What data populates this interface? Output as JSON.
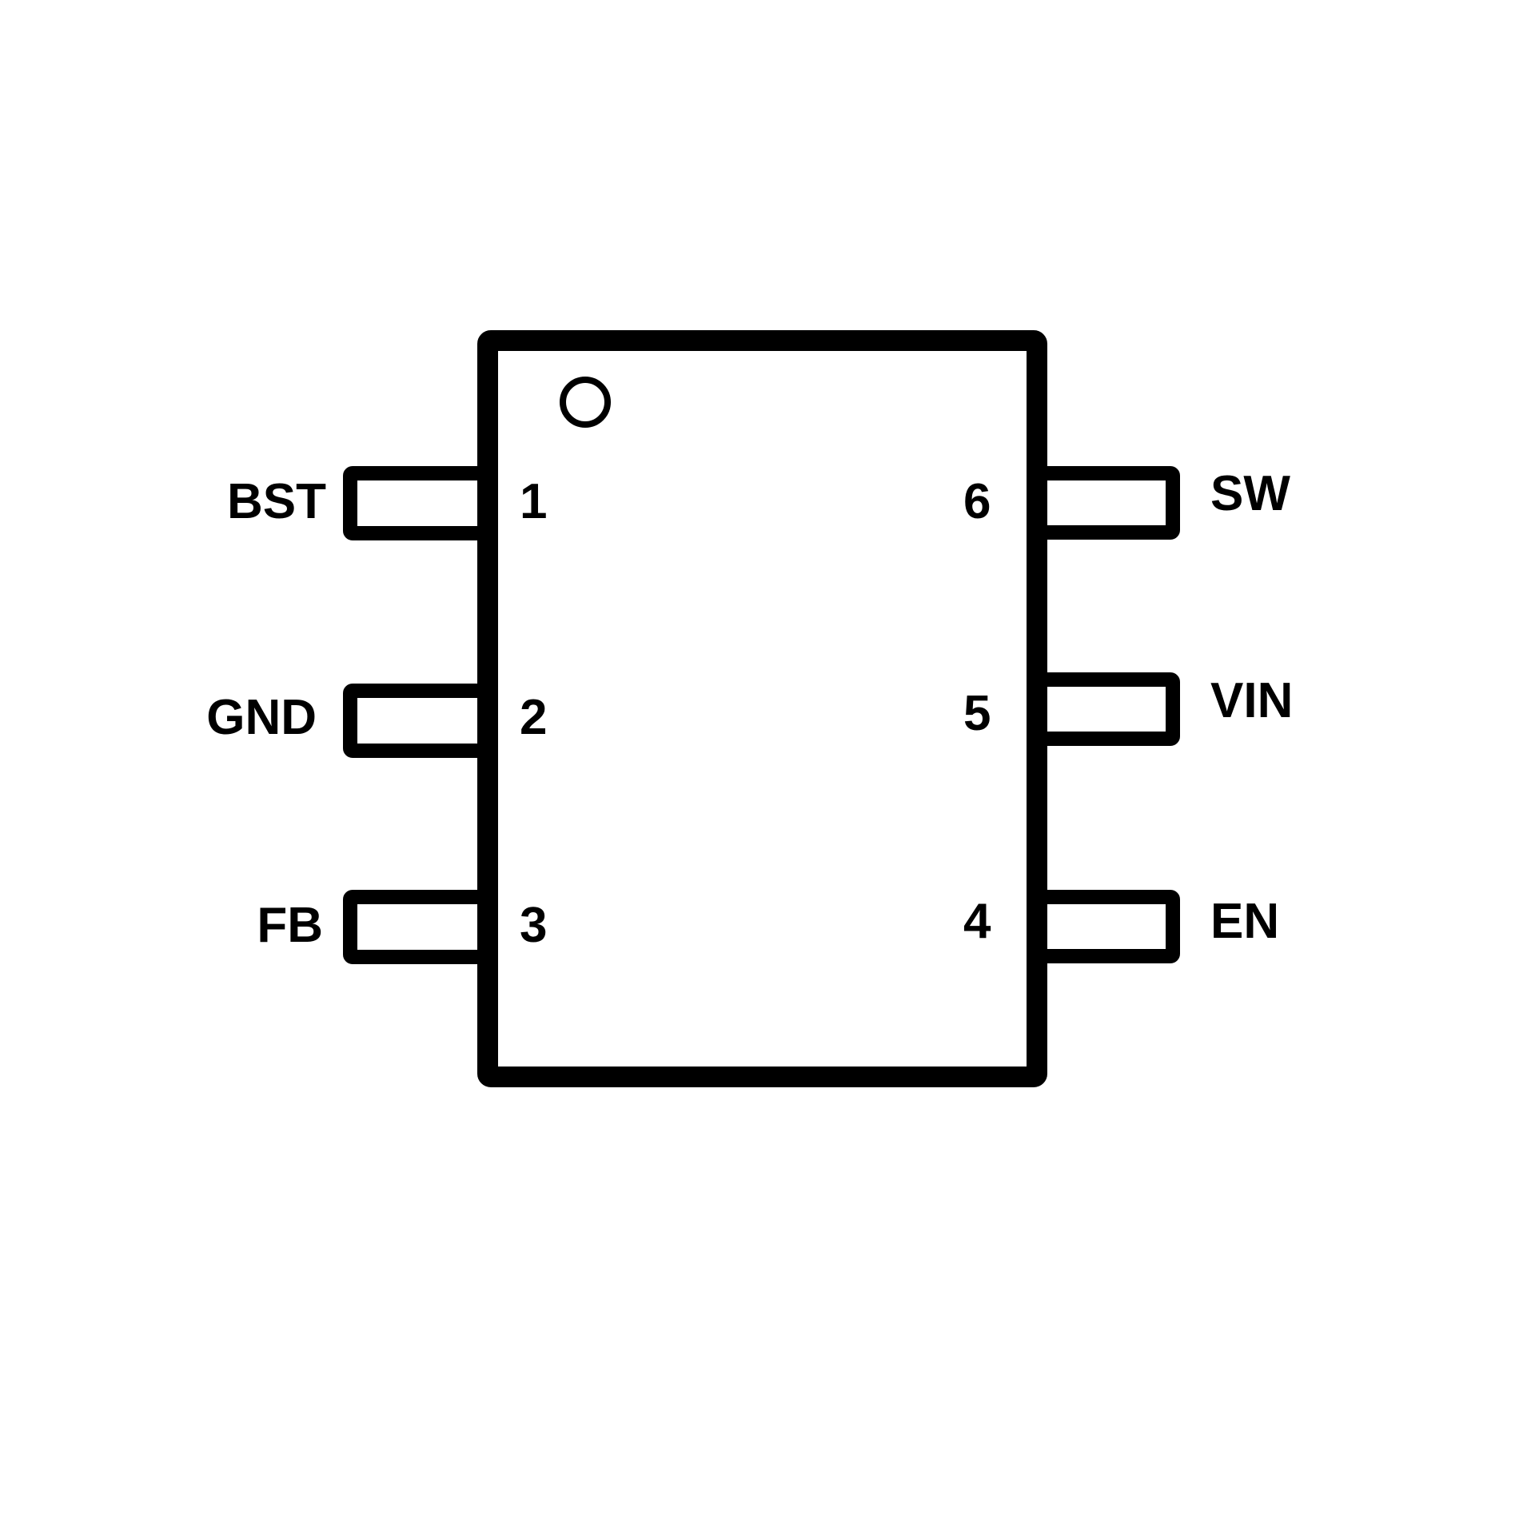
{
  "diagram": {
    "type": "IC pinout",
    "package_pin_count": 6,
    "pin1_marker": "circle",
    "colors": {
      "stroke": "#000000",
      "background": "#ffffff"
    },
    "left_pins": [
      {
        "number": "1",
        "name": "BST"
      },
      {
        "number": "2",
        "name": "GND"
      },
      {
        "number": "3",
        "name": "FB"
      }
    ],
    "right_pins": [
      {
        "number": "6",
        "name": "SW"
      },
      {
        "number": "5",
        "name": "VIN"
      },
      {
        "number": "4",
        "name": "EN"
      }
    ]
  }
}
